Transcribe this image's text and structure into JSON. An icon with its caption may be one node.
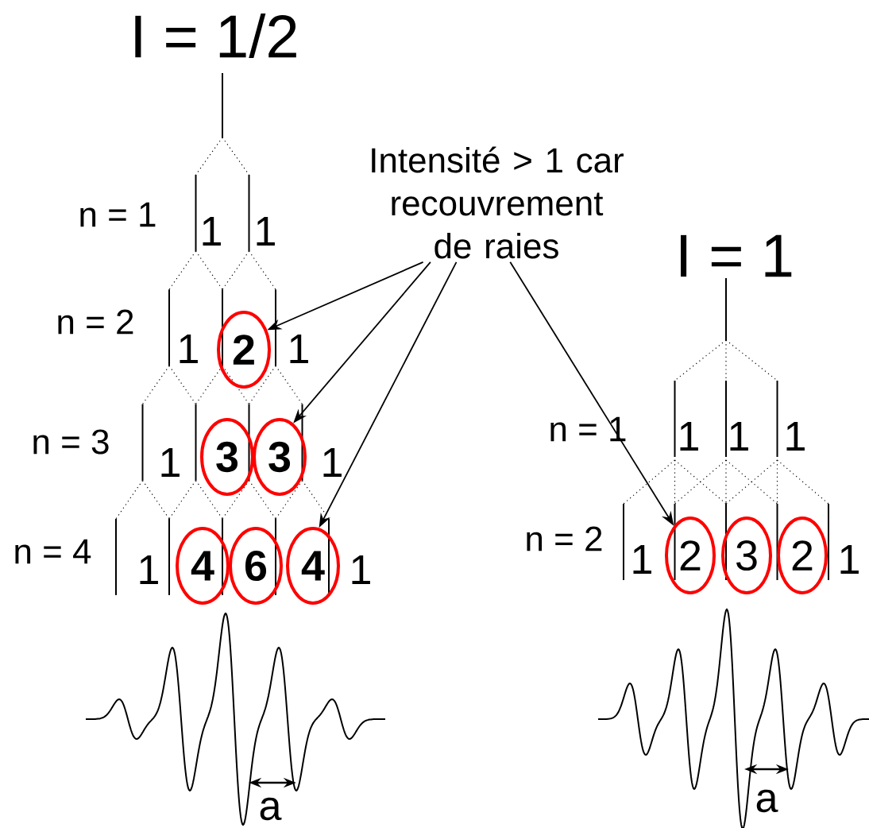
{
  "diagram": {
    "nodes": [
      {
        "text": [
          "Intensité > 1 car recouvrement de raies"
        ]
      },
      {
        "text": [
          "2"
        ]
      },
      {
        "text": [
          "3"
        ]
      },
      {
        "text": [
          "3"
        ]
      },
      {
        "text": [
          "4"
        ]
      },
      {
        "text": [
          "6"
        ]
      },
      {
        "text": [
          "4"
        ]
      },
      {
        "text": [
          "2"
        ]
      },
      {
        "text": [
          "3"
        ]
      },
      {
        "text": [
          "2"
        ]
      }
    ],
    "edges": [
      {
        "from": 0,
        "to": 1,
        "arrow": "to"
      },
      {
        "from": 0,
        "to": 3,
        "arrow": "to"
      },
      {
        "from": 0,
        "to": 6,
        "arrow": "to"
      },
      {
        "from": 0,
        "to": 7,
        "arrow": "to"
      }
    ],
    "labels": [
      "I = 1/2",
      "n = 1",
      "1",
      "1",
      "n = 2",
      "1",
      "1",
      "n = 3",
      "1",
      "1",
      "n = 4",
      "1",
      "1",
      "a",
      "I = 1",
      "n = 1",
      "1",
      "1",
      "1",
      "n = 2",
      "1",
      "1",
      "a"
    ]
  }
}
